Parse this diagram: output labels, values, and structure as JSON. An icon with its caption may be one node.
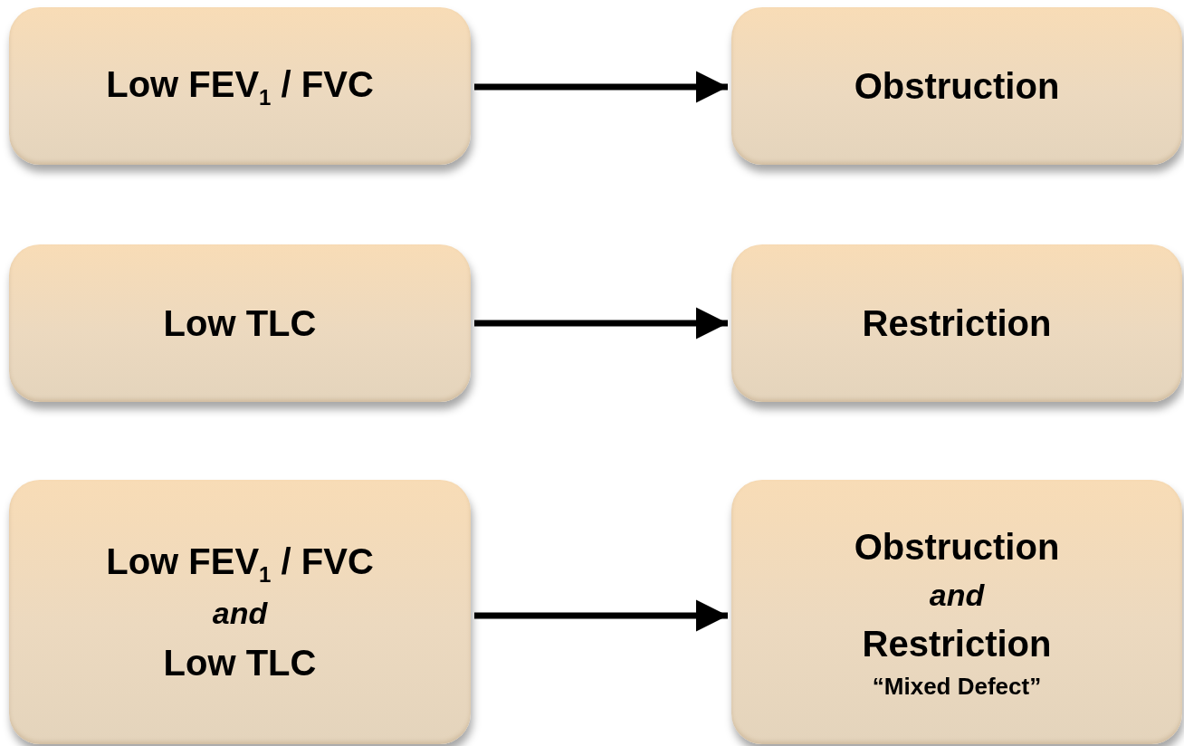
{
  "diagram": {
    "nodes": [
      {
        "text": [
          "Low FEV$_{1}$ / FVC"
        ]
      },
      {
        "text": [
          "Obstruction"
        ]
      },
      {
        "text": [
          "Low TLC"
        ]
      },
      {
        "text": [
          "Restriction"
        ]
      },
      {
        "text": [
          "Low FEV$_{1}$ / FVC",
          "and",
          "Low TLC"
        ]
      },
      {
        "text": [
          "Obstruction",
          "and",
          "Restriction",
          "“Mixed Defect”"
        ]
      }
    ],
    "edges": [
      {
        "from": 0,
        "to": 1,
        "arrow": "to"
      },
      {
        "from": 2,
        "to": 3,
        "arrow": "to"
      },
      {
        "from": 4,
        "to": 5,
        "arrow": "to"
      }
    ]
  }
}
